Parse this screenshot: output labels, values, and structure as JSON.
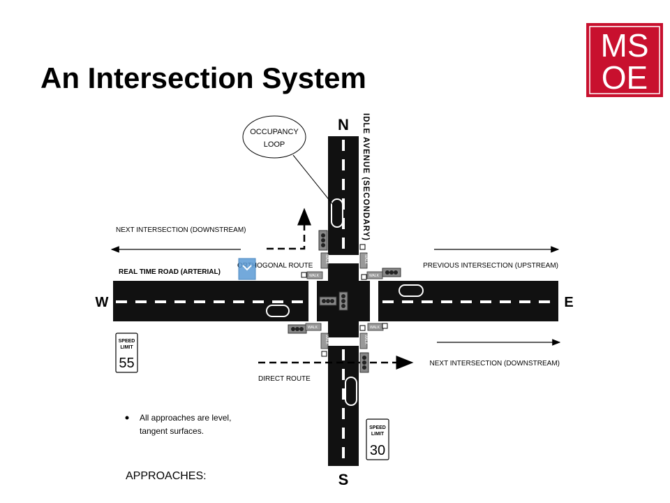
{
  "slide": {
    "title": "An Intersection System"
  },
  "logo": {
    "text_top": "MS",
    "text_bottom": "OE",
    "color": "#c8102e"
  },
  "diagram": {
    "compass": {
      "north": "N",
      "south": "S",
      "west": "W",
      "east": "E"
    },
    "callout": {
      "line1": "OCCUPANCY",
      "line2": "LOOP"
    },
    "avenue_label": "IDLE AVENUE (SECONDARY)",
    "road_label": "REAL TIME ROAD (ARTERIAL)",
    "next_intersection_west": "NEXT INTERSECTION (DOWNSTREAM)",
    "previous_intersection_east": "PREVIOUS INTERSECTION (UPSTREAM)",
    "next_intersection_east": "NEXT INTERSECTION (DOWNSTREAM)",
    "orthogonal_route": "ORTHOGONAL ROUTE",
    "direct_route": "DIRECT ROUTE",
    "walk_label": "WALK",
    "speed_limit_west": {
      "line1": "SPEED",
      "line2": "LIMIT",
      "value": "55"
    },
    "speed_limit_south": {
      "line1": "SPEED",
      "line2": "LIMIT",
      "value": "30"
    },
    "notes": {
      "bullet": "All approaches are level,",
      "bullet_line2": "tangent surfaces.",
      "approaches_heading": "APPROACHES:"
    },
    "colors": {
      "road": "#111111",
      "signal_housing": "#888888",
      "selection_marker": "#5b9bd5"
    }
  }
}
